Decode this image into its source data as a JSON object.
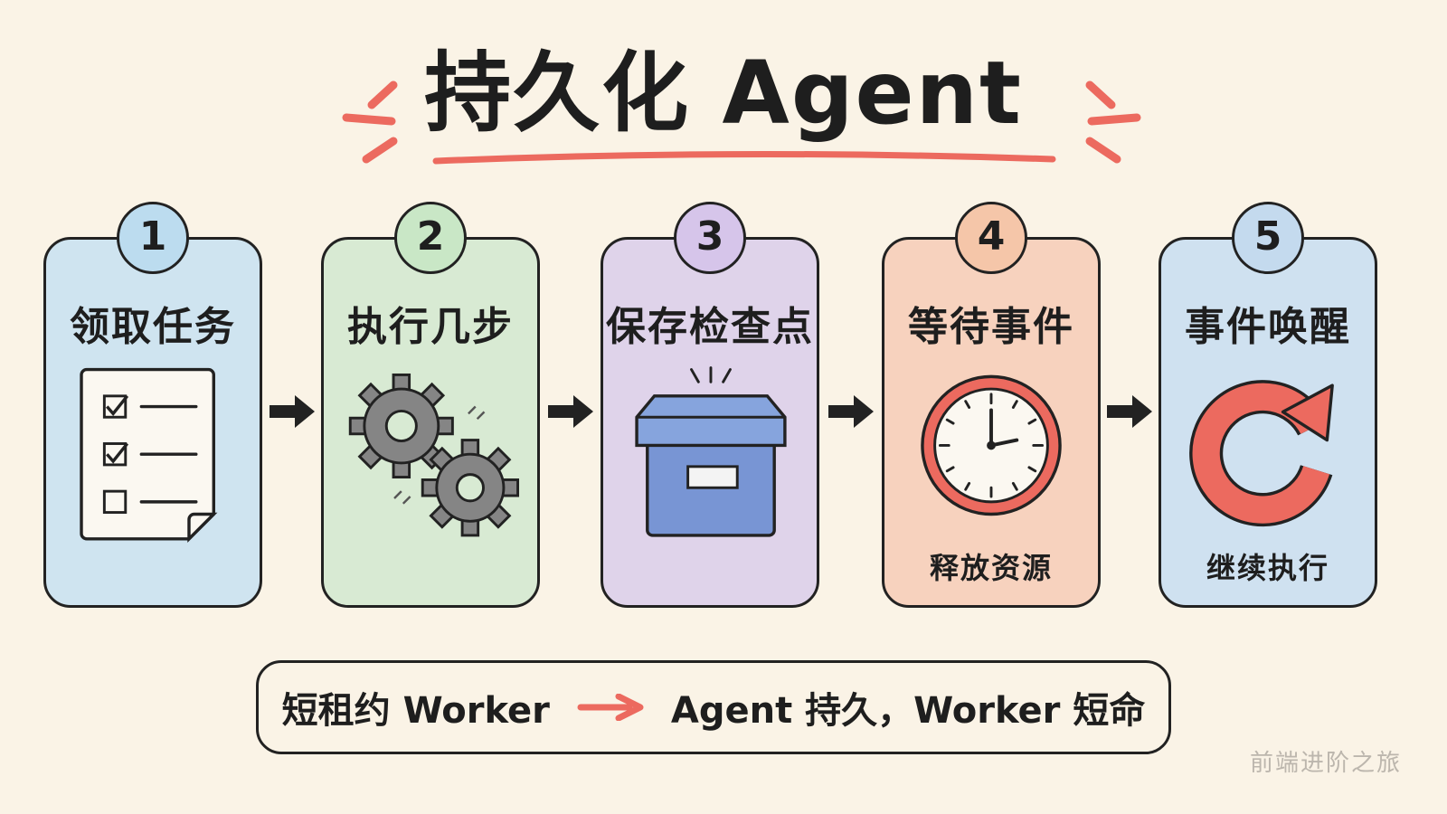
{
  "title": "持久化 Agent",
  "colors": {
    "background": "#faf3e6",
    "accent": "#ec6a5f",
    "step1": "#cfe4f0",
    "step2": "#d8ead3",
    "step3": "#dfd3ea",
    "step4": "#f7d2be",
    "step5": "#cfe1f0",
    "num1": "#bcdcef",
    "num2": "#c9e7c6",
    "num3": "#d6c5ea",
    "num4": "#f5c6a9",
    "num5": "#c4daee"
  },
  "steps": [
    {
      "number": "1",
      "title": "领取任务",
      "icon": "checklist-icon",
      "caption": ""
    },
    {
      "number": "2",
      "title": "执行几步",
      "icon": "gears-icon",
      "caption": ""
    },
    {
      "number": "3",
      "title": "保存检查点",
      "icon": "storage-box-icon",
      "caption": ""
    },
    {
      "number": "4",
      "title": "等待事件",
      "icon": "clock-icon",
      "caption": "释放资源"
    },
    {
      "number": "5",
      "title": "事件唤醒",
      "icon": "refresh-arrow-icon",
      "caption": "继续执行"
    }
  ],
  "footer": {
    "left": "短租约 Worker",
    "right": "Agent 持久，Worker 短命"
  },
  "watermark": "前端进阶之旅"
}
